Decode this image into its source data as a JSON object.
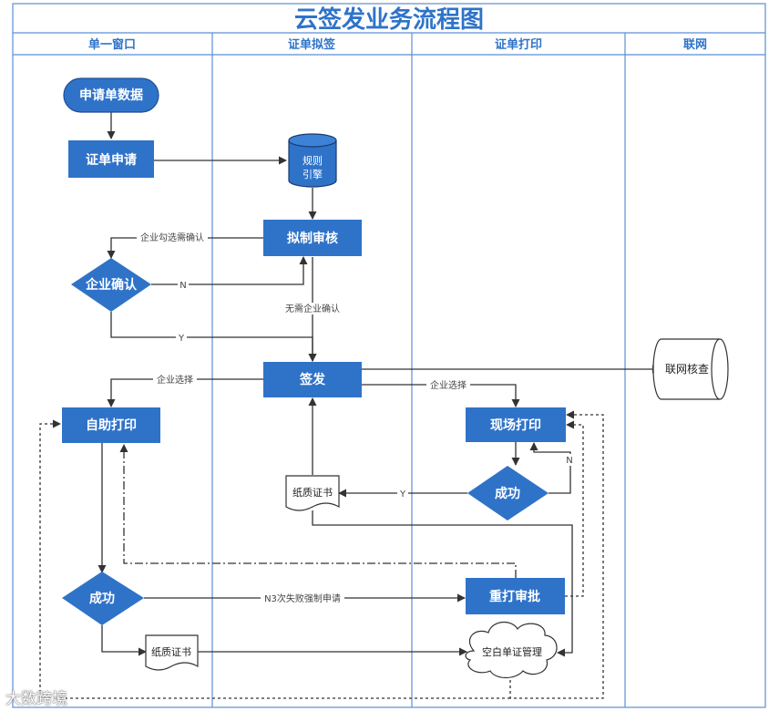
{
  "title": "云签发业务流程图",
  "lanes": [
    "单一窗口",
    "证单拟签",
    "证单打印",
    "联网"
  ],
  "nodes": {
    "apply_data": "申请单数据",
    "cert_apply": "证单申请",
    "rule_engine_l1": "规则",
    "rule_engine_l2": "引擎",
    "draft_review": "拟制审核",
    "ent_confirm": "企业确认",
    "issue": "签发",
    "net_check": "联网核查",
    "self_print": "自助打印",
    "onsite_print": "现场打印",
    "success_right": "成功",
    "paper_cert_mid": "纸质证书",
    "reprint_approve": "重打审批",
    "success_left": "成功",
    "paper_cert_left": "纸质证书",
    "blank_cert_mgmt": "空白单证管理"
  },
  "edges": {
    "ent_check_needed": "企业勾选需确认",
    "no_ent_confirm": "无需企业确认",
    "n1": "N",
    "y1": "Y",
    "ent_select_left": "企业选择",
    "ent_select_right": "企业选择",
    "n2": "N",
    "y2": "Y",
    "fail3_reprint": "N3次失败强制申请"
  },
  "watermark": "大数跨境",
  "colors": {
    "node_fill": "#2f73c9",
    "title": "#2f73c9",
    "lane_border": "#5b8fd4",
    "line": "#333333"
  }
}
